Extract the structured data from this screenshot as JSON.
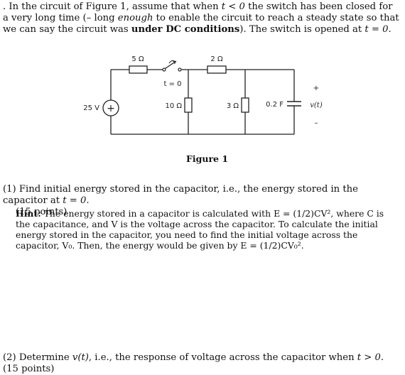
{
  "intro": {
    "lead": ". In the circuit of Figure 1, assume that when ",
    "cond": "t < 0",
    "mid": " the switch has been closed for a very long time (– long ",
    "enough": "enough",
    "mid2": " to enable the circuit to reach a steady state so that we can say the circuit was ",
    "bold": "under DC conditions",
    "tail1": "). The switch is opened at ",
    "t0": "t = 0",
    "tail2": "."
  },
  "circuit": {
    "r1_label": "5 Ω",
    "r2_label": "2 Ω",
    "r3_label": "10 Ω",
    "r4_label": "3 Ω",
    "cap_label": "0.2 F",
    "source_label": "25 V",
    "switch_label": "t = 0",
    "plus_label": "+",
    "minus_label": "–",
    "vout_label": "v(t)",
    "source_plus_glyph": "+"
  },
  "caption": "Figure 1",
  "q1": {
    "lead": "(1) Find initial energy stored in the capacitor, i.e., the energy stored in the capacitor at ",
    "t0": "t = 0",
    "tail": ".",
    "points": "(15 points)"
  },
  "hint": {
    "label": "Hint:",
    "text": " The energy stored in a capacitor is calculated with E = (1/2)CV², where C is the capacitance, and V is the voltage across the capacitor. To calculate the initial energy stored in the capacitor, you need to find the initial voltage across the capacitor, V₀. Then, the energy would be given by E = (1/2)CV₀²."
  },
  "q2": {
    "lead": "(2) Determine ",
    "vt": "v(t)",
    "mid": ", i.e., the response of voltage across the capacitor when ",
    "cond": "t > 0",
    "tail": ". (15 points)"
  }
}
